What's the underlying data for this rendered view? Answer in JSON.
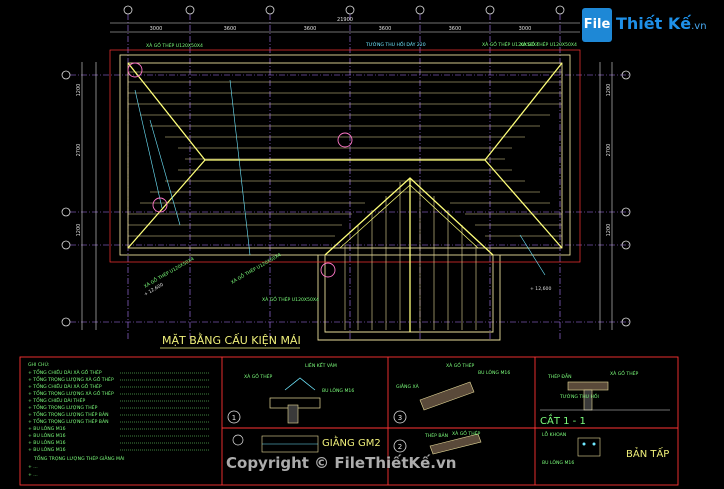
{
  "brand": {
    "logo_letters": "File",
    "logo_name": "Thiết Kế",
    "logo_tld": ".vn"
  },
  "watermark": "Copyright © FileThiếtKế.vn",
  "plan": {
    "title": "MẶT BẰNG CẤU KIỆN MÁI",
    "overall_dim": "21900",
    "top_dims": [
      "3000",
      "3600",
      "3600",
      "3600",
      "3600",
      "3000"
    ],
    "left_dims": [
      "1200",
      "2700",
      "1200"
    ],
    "right_dims": [
      "1200",
      "2700",
      "1200"
    ],
    "callouts": [
      "XÀ GỒ THÉP U120X50X4",
      "TƯỜNG THU HỒI DÀY 220",
      "XÀ GỒ THÉP U120X50X4",
      "XÀ GỒ THÉP U120X50X4",
      "XÀ GỒ THÉP U120X50X4",
      "XÀ GỒ THÉP U120X50X4",
      "XÀ GỒ THÉP U120X50X4"
    ],
    "callout_tags": [
      "+ 12,600",
      "+ 12,600"
    ]
  },
  "table": {
    "notes_title": "GHI CHÚ:",
    "notes": [
      "+ TỔNG CHIỀU DÀI XÀ GỒ THÉP",
      "+ TỔNG TRỌNG LƯỢNG XÀ GỒ THÉP",
      "+ TỔNG CHIỀU DÀI XÀ GỒ THÉP",
      "+ TỔNG TRỌNG LƯỢNG XÀ GỒ THÉP",
      "+ TỔNG CHIỀU DÀI THÉP",
      "+ TỔNG TRỌNG LƯỢNG THÉP",
      "+ TỔNG TRỌNG LƯỢNG THÉP BẢN",
      "+ TỔNG TRỌNG LƯỢNG THÉP BẢN",
      "+ BU LÔNG M16",
      "+ BU LÔNG M16",
      "+ BU LÔNG M16",
      "+ BU LÔNG M16"
    ],
    "notes_total_title": "TỔNG TRỌNG LƯỢNG THÉP GIẰNG MÁI",
    "notes_totals": [
      "+ ...",
      "+ ..."
    ],
    "detail_gm2_title": "GIẰNG GM2",
    "detail_cat_title": "CẮT 1 - 1",
    "detail_ban_tap_title": "BẢN TẤP",
    "detail_labels": {
      "lien_ket_vam": "LIÊN KẾT VÁM",
      "xa_go": "XÀ GỒ THÉP",
      "bu_long": "BU LÔNG M16",
      "thep_ban": "THÉP BẢN",
      "giang": "GIẰNG XÀ",
      "tuong_thu_hoi": "TƯỜNG THU HỒI",
      "thep_dan": "THÉP ĐẪN",
      "lo_khoan": "LỖ KHOAN"
    },
    "circle_marks": [
      "1",
      "2",
      "3"
    ]
  },
  "colors": {
    "background": "#000000",
    "grid": "#b07cff",
    "ridge": "#ffff7a",
    "purlin": "#e8dc9a",
    "frame": "#ff3333",
    "dim_text": "#e0e0e0",
    "callout": "#7cff7c",
    "cyan": "#6fe8ff",
    "title": "#f0f07a"
  }
}
